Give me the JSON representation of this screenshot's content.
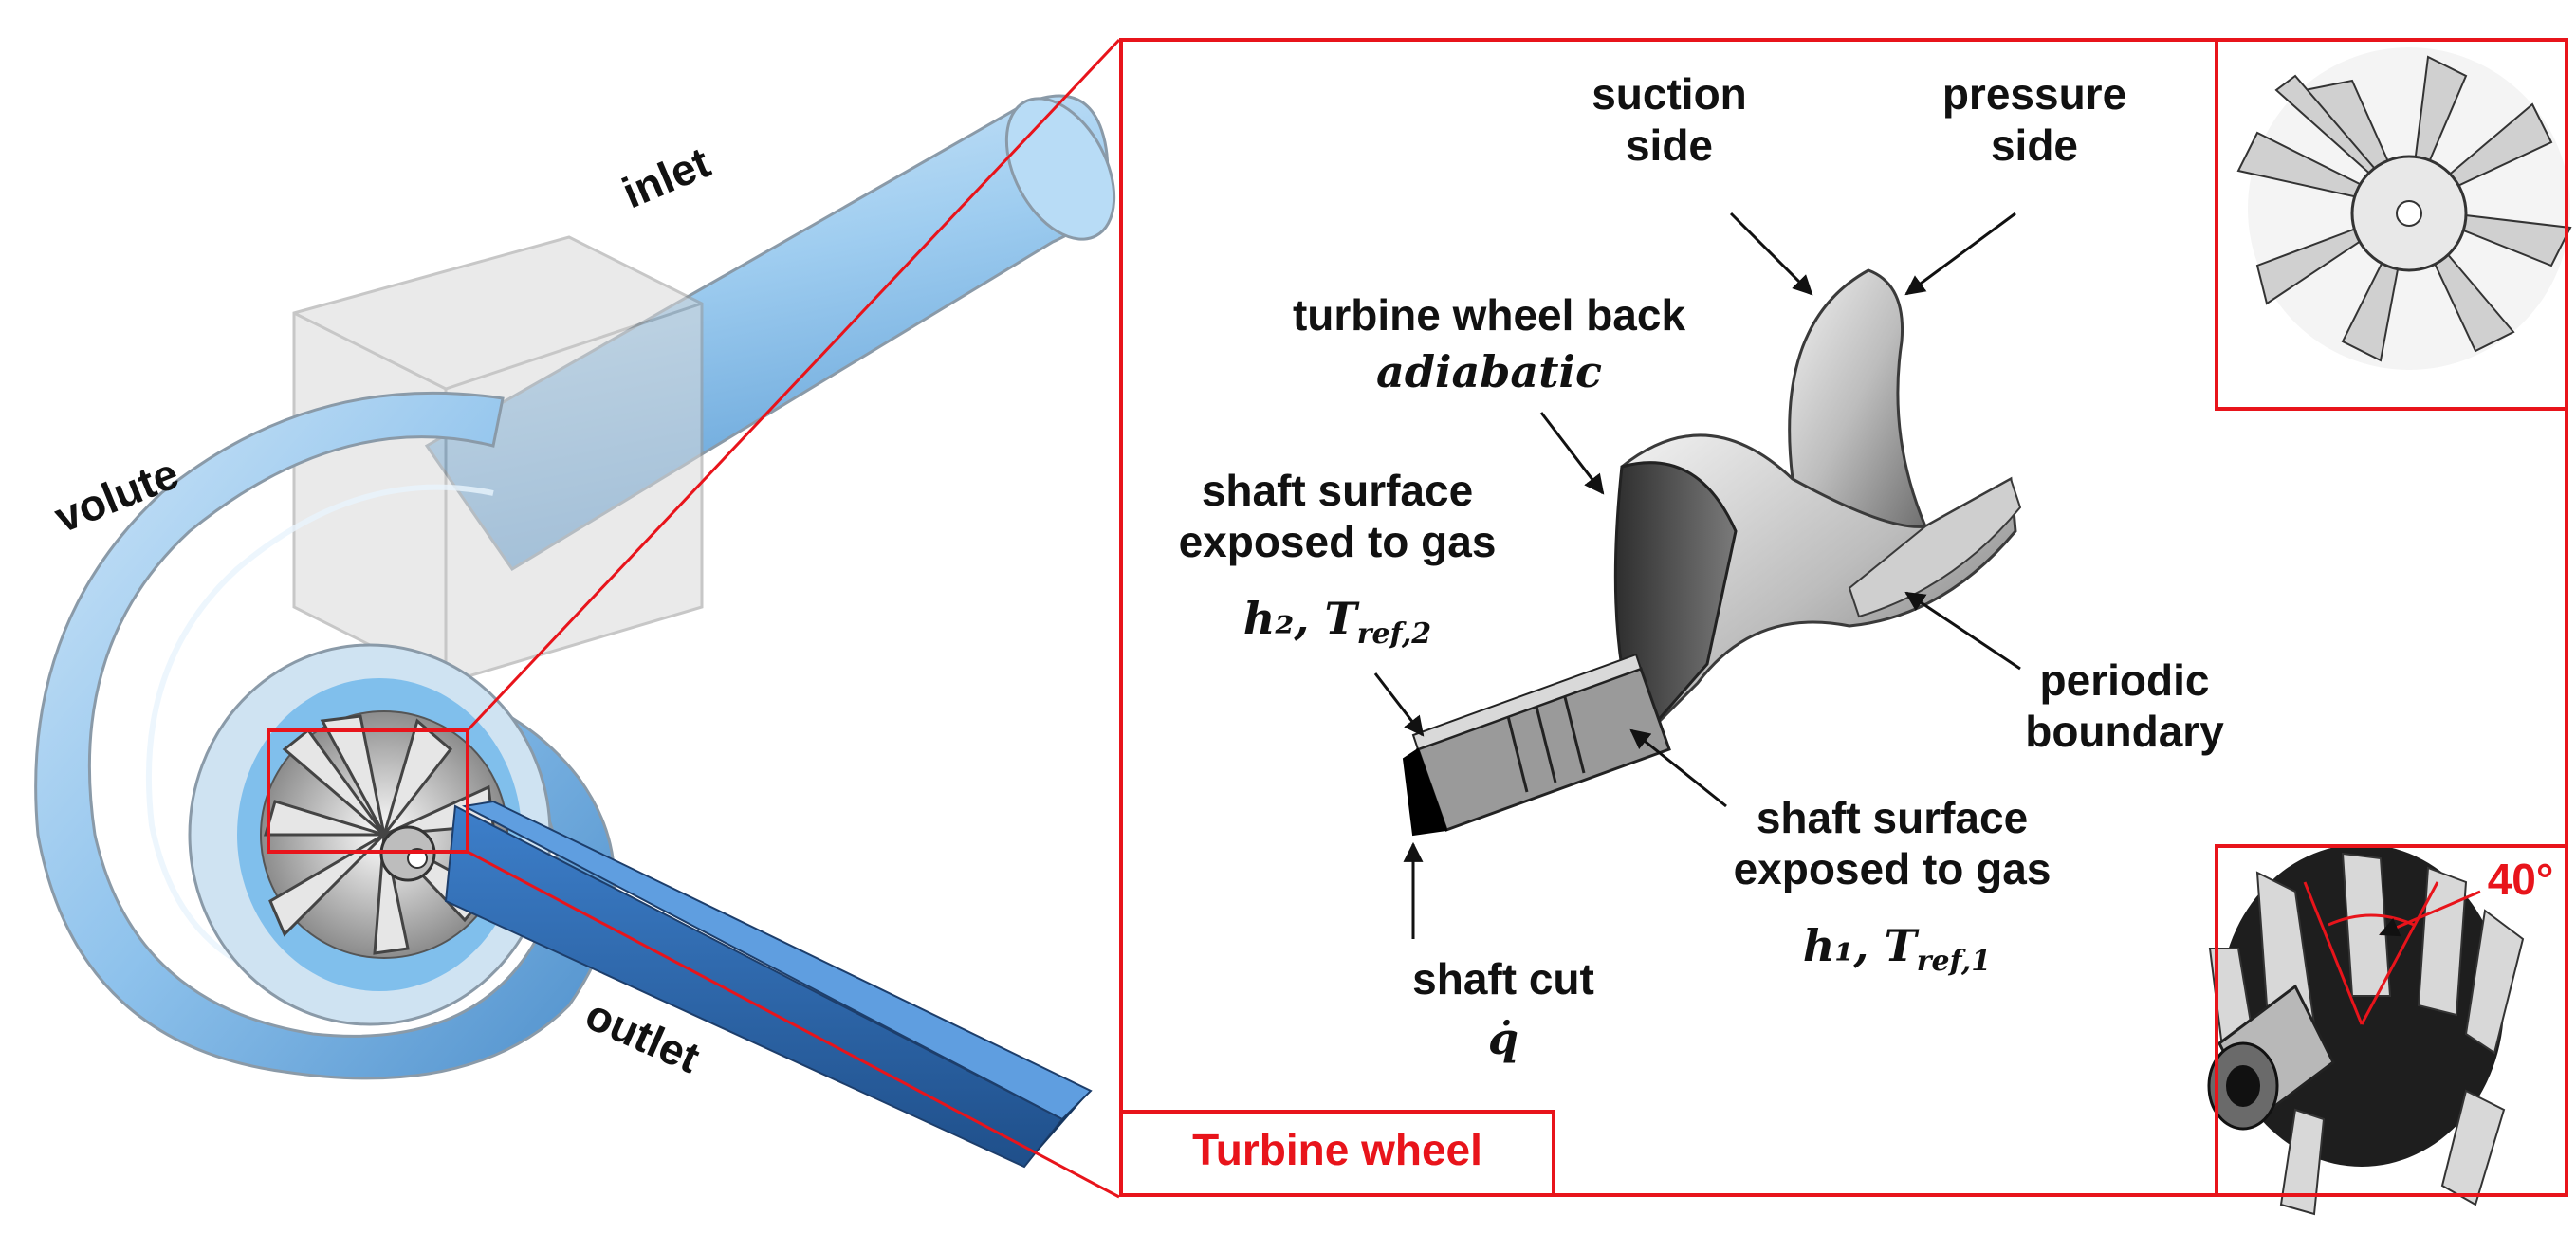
{
  "left_labels": {
    "inlet": "inlet",
    "volute": "volute",
    "outlet": "outlet"
  },
  "detail": {
    "suction_side": "suction\nside",
    "pressure_side": "pressure\nside",
    "wheel_back_title": "turbine wheel back",
    "wheel_back_bc": "adiabatic",
    "shaft_surface_upper": "shaft surface\nexposed to gas",
    "shaft_surface_upper_bc": "h₂, T",
    "shaft_surface_upper_sub": "ref,2",
    "periodic_boundary": "periodic\nboundary",
    "shaft_surface_lower": "shaft surface\nexposed to gas",
    "shaft_surface_lower_bc": "h₁, T",
    "shaft_surface_lower_sub": "ref,1",
    "shaft_cut": "shaft cut",
    "shaft_cut_bc": "q̇",
    "panel_title": "Turbine wheel"
  },
  "inset": {
    "angle": "40°"
  },
  "colors": {
    "accent": "#e8141b",
    "pipe_blue": "#8fc3ec",
    "outlet_blue": "#2e6fb8",
    "metal_dark": "#4a4a4a",
    "metal_light": "#d6d6d6"
  }
}
